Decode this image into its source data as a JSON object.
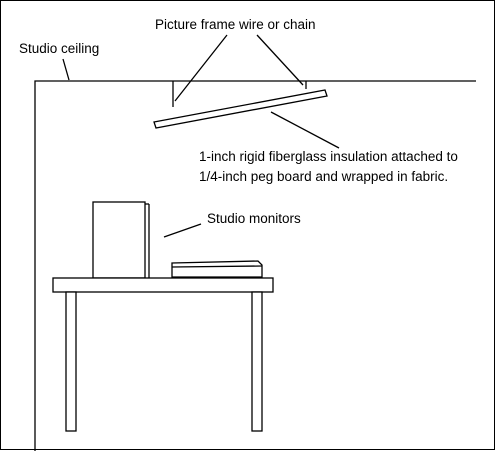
{
  "labels": {
    "ceiling": "Studio ceiling",
    "hanger": "Picture frame wire or chain",
    "panel_line1": "1-inch rigid fiberglass insulation attached to",
    "panel_line2": "1/4-inch peg board and wrapped in fabric.",
    "monitors": "Studio monitors"
  },
  "colors": {
    "line": "#000000",
    "background": "#ffffff"
  }
}
